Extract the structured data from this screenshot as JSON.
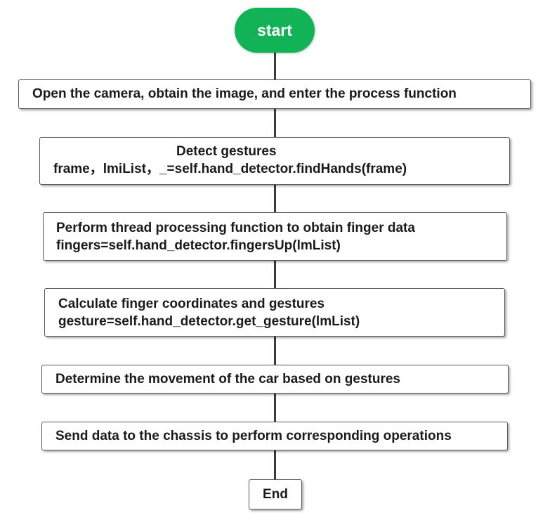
{
  "diagram": {
    "start_label": "start",
    "end_label": "End",
    "steps": [
      {
        "lines": [
          "Open the camera, obtain the image, and enter the process function"
        ]
      },
      {
        "lines": [
          "Detect gestures",
          "frame，lmiList，_=self.hand_detector.findHands(frame)"
        ]
      },
      {
        "lines": [
          "Perform thread processing function to obtain finger data",
          "fingers=self.hand_detector.fingersUp(lmList)"
        ]
      },
      {
        "lines": [
          "Calculate finger coordinates and gestures",
          "gesture=self.hand_detector.get_gesture(lmList)"
        ]
      },
      {
        "lines": [
          "Determine the movement of the car based on gestures"
        ]
      },
      {
        "lines": [
          "Send data to the chassis to perform corresponding operations"
        ]
      }
    ],
    "colors": {
      "start_fill": "#12b357",
      "line": "#3a3a3a",
      "border": "#5a5a5a"
    }
  }
}
